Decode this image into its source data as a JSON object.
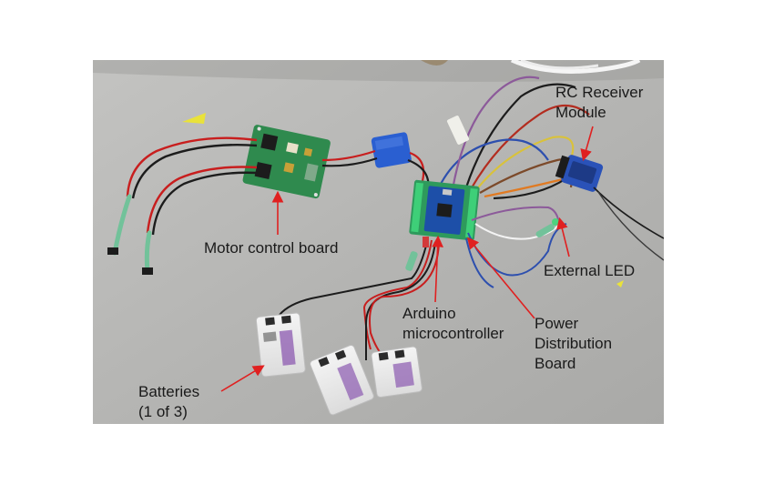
{
  "labels": {
    "rc_receiver": [
      "RC Receiver",
      "Module"
    ],
    "motor_board": [
      "Motor control board"
    ],
    "external_led": [
      "External LED"
    ],
    "arduino": [
      "Arduino",
      "microcontroller"
    ],
    "power_board": [
      "Power",
      "Distribution",
      "Board"
    ],
    "batteries": [
      "Batteries",
      "(1 of 3)"
    ]
  },
  "colors": {
    "arrow": "#e02020",
    "surface": "#b9b9b7",
    "pcb": "#2f8a4e",
    "wire_red": "#c81e1e",
    "wire_black": "#1c1c1c",
    "tape_blue": "#2a5fd1"
  }
}
